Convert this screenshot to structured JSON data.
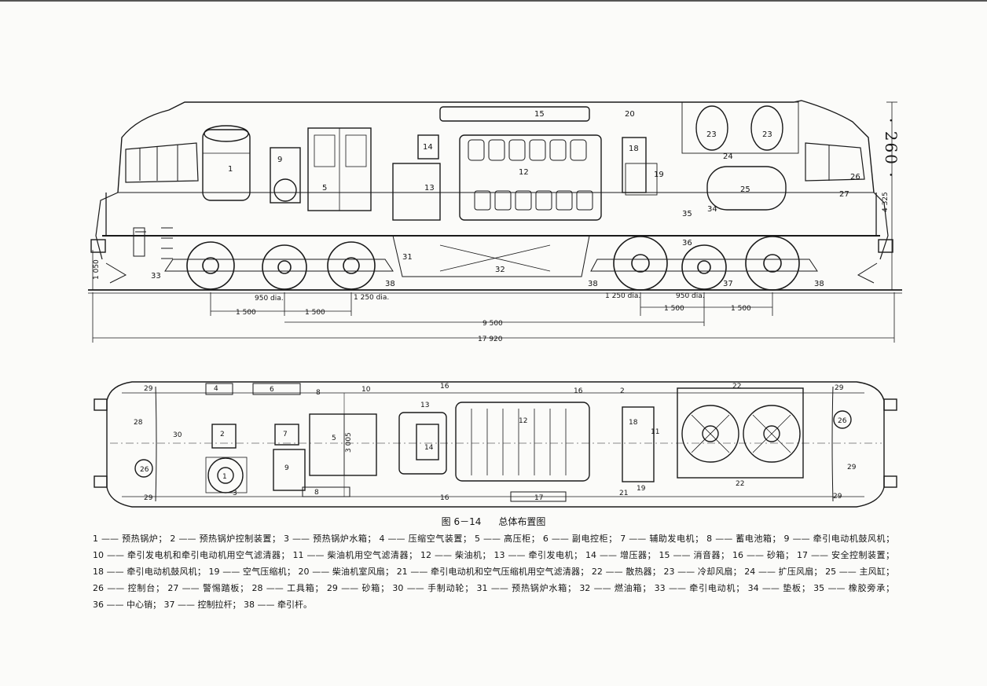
{
  "page_number": "· 260 ·",
  "figure": {
    "number": "图 6－14",
    "title": "总体布置图"
  },
  "dimensions": {
    "wheel_dia_left_1": "950 dia.",
    "wheel_dia_left_2": "1 250 dia.",
    "wheel_dia_right_1": "1 250 dia.",
    "wheel_dia_right_2": "950 dia.",
    "axle_left_1": "1 500",
    "axle_left_2": "1 500",
    "axle_right_1": "1 500",
    "axle_right_2": "1 500",
    "bogie_center": "9 500",
    "overall_length": "17 920",
    "overall_height": "4 325",
    "buffer_height": "1 050",
    "body_width": "3 005"
  },
  "side_view_labels": [
    "1",
    "5",
    "9",
    "13",
    "14",
    "12",
    "15",
    "18",
    "19",
    "20",
    "23",
    "23",
    "24",
    "25",
    "26",
    "27",
    "31",
    "32",
    "33",
    "34",
    "35",
    "36",
    "37",
    "38",
    "38",
    "38"
  ],
  "plan_view_labels": [
    "29",
    "4",
    "6",
    "8",
    "10",
    "16",
    "16",
    "2",
    "22",
    "29",
    "28",
    "30",
    "2",
    "7",
    "5",
    "13",
    "12",
    "18",
    "11",
    "26",
    "26",
    "1",
    "9",
    "14",
    "3",
    "8",
    "17",
    "16",
    "21",
    "19",
    "22",
    "29",
    "29",
    "29"
  ],
  "legend": [
    "1 —— 预热锅炉；",
    "2 —— 预热锅炉控制装置；",
    "3 —— 预热锅炉水箱；",
    "4 —— 压缩空气装置；",
    "5 —— 高压柜；",
    "6 —— 副电控柜；",
    "7 —— 辅助发电机；",
    "8 —— 蓄电池箱；",
    "9 —— 牵引电动机鼓风机；",
    "10 —— 牵引发电机和牵引电动机用空气滤清器；",
    "11 —— 柴油机用空气滤清器；",
    "12 —— 柴油机；",
    "13 —— 牵引发电机；",
    "14 —— 增压器；",
    "15 —— 消音器；",
    "16 —— 砂箱；",
    "17 —— 安全控制装置；",
    "18 —— 牵引电动机鼓风机；",
    "19 —— 空气压缩机；",
    "20 —— 柴油机室风扇；",
    "21 —— 牵引电动机和空气压缩机用空气滤清器；",
    "22 —— 散热器；",
    "23 —— 冷却风扇；",
    "24 —— 扩压风扇；",
    "25 —— 主风缸；",
    "26 —— 控制台；",
    "27 —— 警惕踏板；",
    "28 —— 工具箱；",
    "29 —— 砂箱；",
    "30 —— 手制动轮；",
    "31 —— 预热锅炉水箱；",
    "32 —— 燃油箱；",
    "33 —— 牵引电动机；",
    "34 —— 垫板；",
    "35 —— 橡胶旁承；",
    "36 —— 中心销；",
    "37 —— 控制拉杆；",
    "38 —— 牵引杆。"
  ]
}
